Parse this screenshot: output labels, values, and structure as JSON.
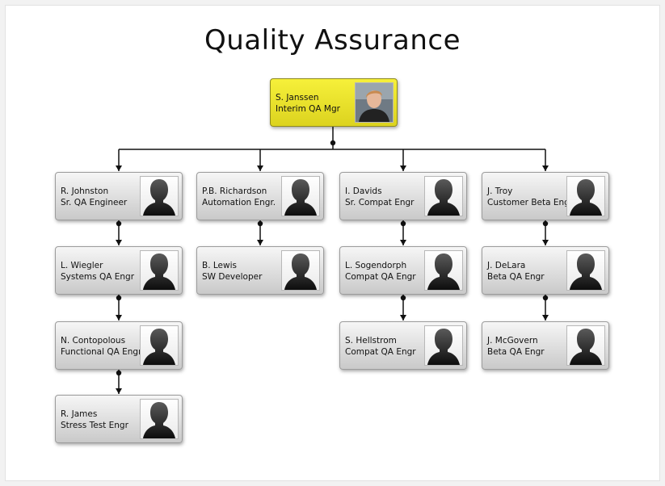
{
  "title": "Quality Assurance",
  "colors": {
    "top_card": "#f0e92c",
    "card": "#d8d8d8",
    "connector": "#111111"
  },
  "root": {
    "name": "S. Janssen",
    "role": "Interim QA Mgr",
    "icon": "person-photo"
  },
  "columns": [
    [
      {
        "name": "R. Johnston",
        "role": "Sr. QA Engineer",
        "icon": "person-silhouette-icon"
      },
      {
        "name": "L. Wiegler",
        "role": "Systems QA Engr",
        "icon": "person-silhouette-icon"
      },
      {
        "name": "N. Contopolous",
        "role": "Functional QA Engr",
        "icon": "person-silhouette-icon"
      },
      {
        "name": "R. James",
        "role": "Stress Test Engr",
        "icon": "person-silhouette-icon"
      }
    ],
    [
      {
        "name": "P.B. Richardson",
        "role": "Automation Engr.",
        "icon": "person-silhouette-icon"
      },
      {
        "name": "B. Lewis",
        "role": "SW Developer",
        "icon": "person-silhouette-icon"
      }
    ],
    [
      {
        "name": "I. Davids",
        "role": "Sr. Compat Engr",
        "icon": "person-silhouette-icon"
      },
      {
        "name": "L. Sogendorph",
        "role": "Compat QA Engr",
        "icon": "person-silhouette-icon"
      },
      {
        "name": "S. Hellstrom",
        "role": "Compat QA Engr",
        "icon": "person-silhouette-icon"
      }
    ],
    [
      {
        "name": "J. Troy",
        "role": "Customer Beta Engr",
        "icon": "person-silhouette-icon"
      },
      {
        "name": "J. DeLara",
        "role": "Beta QA Engr",
        "icon": "person-silhouette-icon"
      },
      {
        "name": "J. McGovern",
        "role": "Beta QA Engr",
        "icon": "person-silhouette-icon"
      }
    ]
  ]
}
